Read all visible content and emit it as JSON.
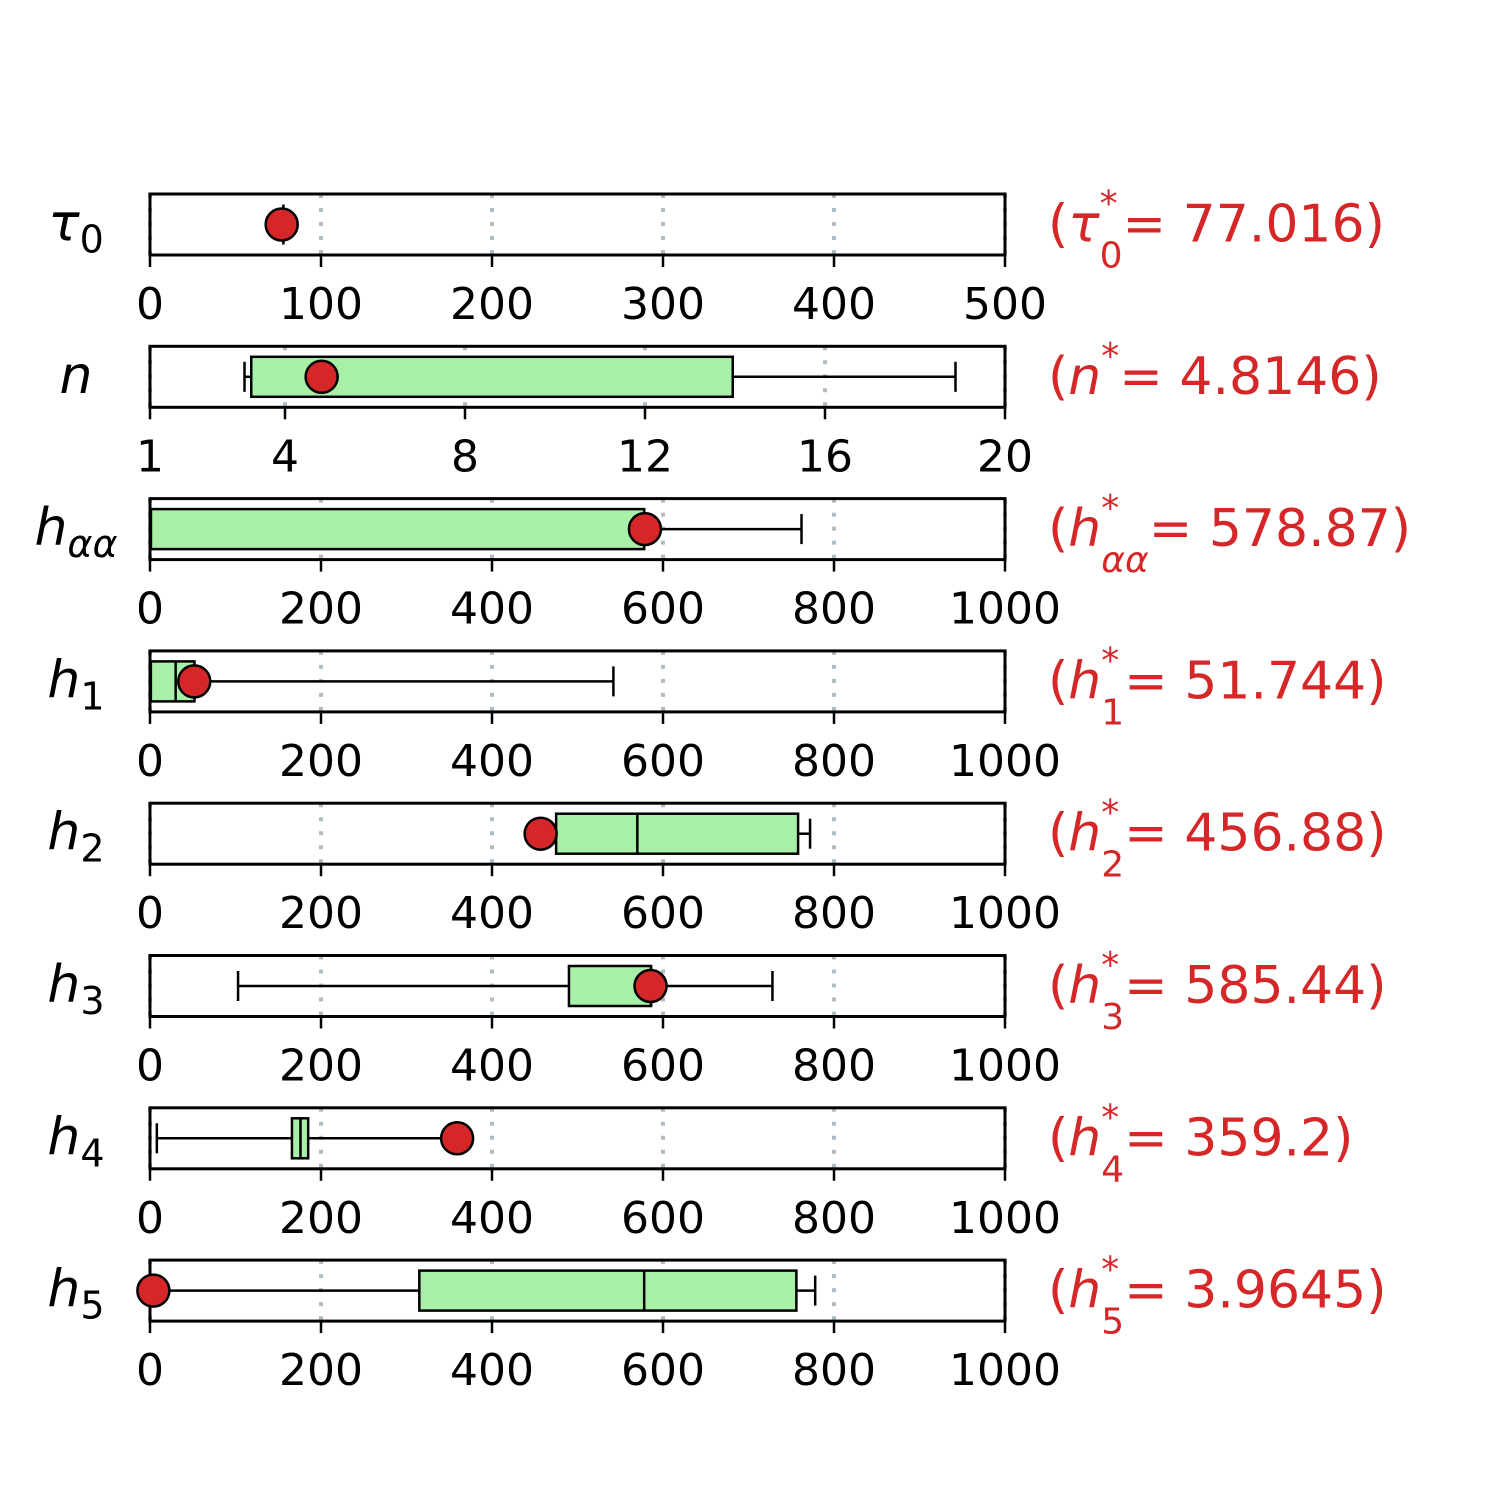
{
  "chart_data": {
    "type": "box",
    "colors": {
      "box_fill": "#a8f0a8",
      "outline": "#000000",
      "marker": "#d62728",
      "annotation": "#d62728",
      "grid": "#b0bcc4"
    },
    "panels": [
      {
        "label": {
          "base": "τ",
          "sub": "0"
        },
        "annotation": {
          "base": "τ",
          "sub": "0",
          "value": "77.016"
        },
        "optimum": 77.016,
        "xlim": [
          0,
          500
        ],
        "ticks": [
          0,
          100,
          200,
          300,
          400,
          500
        ],
        "tick_labels": [
          "0",
          "100",
          "200",
          "300",
          "400",
          "500"
        ],
        "box": {
          "whislo": 78,
          "q1": 78,
          "med": 78,
          "q3": 78,
          "whishi": 78
        }
      },
      {
        "label": {
          "base": "n",
          "sub": ""
        },
        "annotation": {
          "base": "n",
          "sub": "",
          "value": "4.8146"
        },
        "optimum": 4.8146,
        "xlim": [
          1,
          20
        ],
        "ticks": [
          1,
          4,
          8,
          12,
          16,
          20
        ],
        "tick_labels": [
          "1",
          "4",
          "8",
          "12",
          "16",
          "20"
        ],
        "box": {
          "whislo": 3.1,
          "q1": 3.25,
          "med": 3.25,
          "q3": 13.95,
          "whishi": 18.9
        }
      },
      {
        "label": {
          "base": "h",
          "sub": "αα"
        },
        "annotation": {
          "base": "h",
          "sub": "αα",
          "value": "578.87"
        },
        "optimum": 578.87,
        "xlim": [
          0,
          1000
        ],
        "ticks": [
          0,
          200,
          400,
          600,
          800,
          1000
        ],
        "tick_labels": [
          "0",
          "200",
          "400",
          "600",
          "800",
          "1000"
        ],
        "box": {
          "whislo": 1,
          "q1": 1,
          "med": 1,
          "q3": 578,
          "whishi": 762
        }
      },
      {
        "label": {
          "base": "h",
          "sub": "1"
        },
        "annotation": {
          "base": "h",
          "sub": "1",
          "value": "51.744"
        },
        "optimum": 51.744,
        "xlim": [
          0,
          1000
        ],
        "ticks": [
          0,
          200,
          400,
          600,
          800,
          1000
        ],
        "tick_labels": [
          "0",
          "200",
          "400",
          "600",
          "800",
          "1000"
        ],
        "box": {
          "whislo": 1,
          "q1": 1,
          "med": 30,
          "q3": 52,
          "whishi": 542
        }
      },
      {
        "label": {
          "base": "h",
          "sub": "2"
        },
        "annotation": {
          "base": "h",
          "sub": "2",
          "value": "456.88"
        },
        "optimum": 456.88,
        "xlim": [
          0,
          1000
        ],
        "ticks": [
          0,
          200,
          400,
          600,
          800,
          1000
        ],
        "tick_labels": [
          "0",
          "200",
          "400",
          "600",
          "800",
          "1000"
        ],
        "box": {
          "whislo": 457,
          "q1": 475,
          "med": 570,
          "q3": 758,
          "whishi": 772
        }
      },
      {
        "label": {
          "base": "h",
          "sub": "3"
        },
        "annotation": {
          "base": "h",
          "sub": "3",
          "value": "585.44"
        },
        "optimum": 585.44,
        "xlim": [
          0,
          1000
        ],
        "ticks": [
          0,
          200,
          400,
          600,
          800,
          1000
        ],
        "tick_labels": [
          "0",
          "200",
          "400",
          "600",
          "800",
          "1000"
        ],
        "box": {
          "whislo": 103,
          "q1": 490,
          "med": 586,
          "q3": 586,
          "whishi": 728
        }
      },
      {
        "label": {
          "base": "h",
          "sub": "4"
        },
        "annotation": {
          "base": "h",
          "sub": "4",
          "value": "359.2"
        },
        "optimum": 359.2,
        "xlim": [
          0,
          1000
        ],
        "ticks": [
          0,
          200,
          400,
          600,
          800,
          1000
        ],
        "tick_labels": [
          "0",
          "200",
          "400",
          "600",
          "800",
          "1000"
        ],
        "box": {
          "whislo": 8,
          "q1": 166,
          "med": 176,
          "q3": 185,
          "whishi": 359
        }
      },
      {
        "label": {
          "base": "h",
          "sub": "5"
        },
        "annotation": {
          "base": "h",
          "sub": "5",
          "value": "3.9645"
        },
        "optimum": 3.9645,
        "xlim": [
          0,
          1000
        ],
        "ticks": [
          0,
          200,
          400,
          600,
          800,
          1000
        ],
        "tick_labels": [
          "0",
          "200",
          "400",
          "600",
          "800",
          "1000"
        ],
        "box": {
          "whislo": 4,
          "q1": 315,
          "med": 578,
          "q3": 756,
          "whishi": 778
        }
      }
    ]
  }
}
